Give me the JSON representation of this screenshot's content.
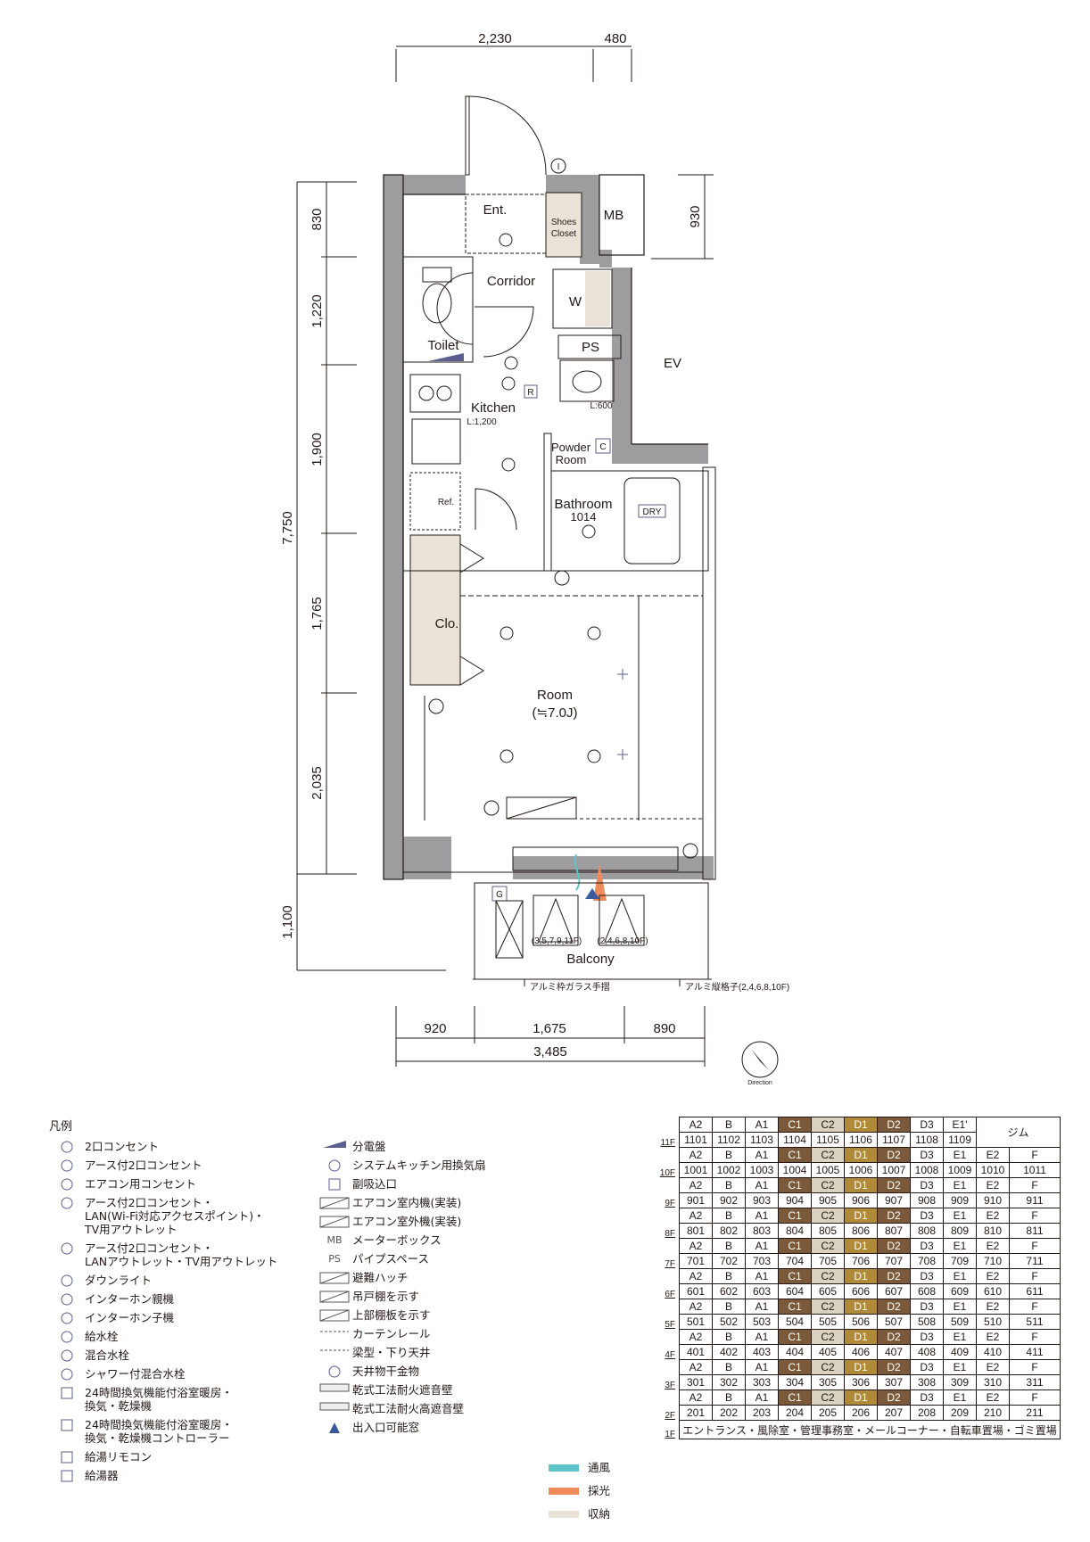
{
  "plan": {
    "dims_top": [
      "2,230",
      "480"
    ],
    "dims_left": [
      "830",
      "1,220",
      "1,900",
      "1,765",
      "2,035"
    ],
    "dim_left_total": "7,750",
    "dim_left_balcony": "1,100",
    "dim_right": "930",
    "dims_bottom": [
      "920",
      "1,675",
      "890"
    ],
    "dim_bottom_total": "3,485",
    "rooms": {
      "ent": "Ent.",
      "shoes": "Shoes",
      "closet": "Closet",
      "mb": "MB",
      "corridor": "Corridor",
      "toilet": "Toilet",
      "w": "W",
      "ps": "PS",
      "ev": "EV",
      "kitchen": "Kitchen",
      "kitchen_len": "L:1,200",
      "l600": "L:600",
      "powder": "Powder",
      "room_word": "Room",
      "ref": "Ref.",
      "bathroom": "Bathroom",
      "bath_code": "1014",
      "dry": "DRY",
      "clo": "Clo.",
      "room": "Room",
      "room_size": "(≒7.0J)",
      "balcony": "Balcony",
      "balcony_left_floors": "(3,5,7,9,11F)",
      "balcony_right_floors": "(2,4,6,8,10F)",
      "note_rail": "アルミ枠ガラス手摺",
      "note_lattice": "アルミ縦格子(2,4,6,8,10F)",
      "direction": "Direction"
    }
  },
  "legend": {
    "title": "凡例",
    "left": [
      {
        "sym": "outlet-2",
        "text": "2口コンセント"
      },
      {
        "sym": "outlet-earth",
        "text": "アース付2口コンセント"
      },
      {
        "sym": "ac-outlet",
        "text": "エアコン用コンセント"
      },
      {
        "sym": "lan-outlet",
        "text": "アース付2口コンセント・\nLAN(Wi-Fi対応アクセスポイント)・\nTV用アウトレット"
      },
      {
        "sym": "tv-outlet",
        "text": "アース付2口コンセント・\nLANアウトレット・TV用アウトレット"
      },
      {
        "sym": "downlight",
        "text": "ダウンライト"
      },
      {
        "sym": "intercom-main",
        "text": "インターホン親機"
      },
      {
        "sym": "intercom-sub",
        "text": "インターホン子機"
      },
      {
        "sym": "faucet",
        "text": "給水栓"
      },
      {
        "sym": "mixer",
        "text": "混合水栓"
      },
      {
        "sym": "shower",
        "text": "シャワー付混合水栓"
      },
      {
        "sym": "dryer",
        "text": "24時間換気機能付浴室暖房・\n換気・乾燥機"
      },
      {
        "sym": "dryer-ctrl",
        "text": "24時間換気機能付浴室暖房・\n換気・乾燥機コントローラー"
      },
      {
        "sym": "remote",
        "text": "給湯リモコン"
      },
      {
        "sym": "heater",
        "text": "給湯器"
      }
    ],
    "right": [
      {
        "sym": "panel",
        "text": "分電盤"
      },
      {
        "sym": "fan",
        "text": "システムキッチン用換気扇"
      },
      {
        "sym": "intake",
        "text": "副吸込口"
      },
      {
        "sym": "ac-in",
        "text": "エアコン室内機(実装)"
      },
      {
        "sym": "ac-out",
        "text": "エアコン室外機(実装)"
      },
      {
        "sym": "MB",
        "text": "メーターボックス"
      },
      {
        "sym": "PS",
        "text": "パイプスペース"
      },
      {
        "sym": "hatch",
        "text": "避難ハッチ"
      },
      {
        "sym": "hanging-shelf",
        "text": "吊戸棚を示す"
      },
      {
        "sym": "upper-shelf",
        "text": "上部棚板を示す"
      },
      {
        "sym": "curtain",
        "text": "カーテンレール"
      },
      {
        "sym": "beam",
        "text": "梁型・下り天井"
      },
      {
        "sym": "hanger",
        "text": "天井物干金物"
      },
      {
        "sym": "wall-fire",
        "text": "乾式工法耐火遮音壁"
      },
      {
        "sym": "wall-fire-high",
        "text": "乾式工法耐火高遮音壁"
      },
      {
        "sym": "window",
        "text": "出入口可能窓"
      }
    ],
    "colors": [
      {
        "name": "通風",
        "color": "#5fc4c9"
      },
      {
        "name": "採光",
        "color": "#ef8a5a"
      },
      {
        "name": "収納",
        "color": "#e8e3d6"
      }
    ]
  },
  "floor_table": {
    "gym": "ジム",
    "f11": {
      "floor": "11F",
      "types": [
        "A2",
        "B",
        "A1",
        "C1",
        "C2",
        "D1",
        "D2",
        "D3",
        "E1'"
      ],
      "units": [
        "1101",
        "1102",
        "1103",
        "1104",
        "1105",
        "1106",
        "1107",
        "1108",
        "1109"
      ]
    },
    "floors": [
      {
        "floor": "10F",
        "types": [
          "A2",
          "B",
          "A1",
          "C1",
          "C2",
          "D1",
          "D2",
          "D3",
          "E1",
          "E2",
          "F"
        ],
        "units": [
          "1001",
          "1002",
          "1003",
          "1004",
          "1005",
          "1006",
          "1007",
          "1008",
          "1009",
          "1010",
          "1011"
        ]
      },
      {
        "floor": "9F",
        "types": [
          "A2",
          "B",
          "A1",
          "C1",
          "C2",
          "D1",
          "D2",
          "D3",
          "E1",
          "E2",
          "F"
        ],
        "units": [
          "901",
          "902",
          "903",
          "904",
          "905",
          "906",
          "907",
          "908",
          "909",
          "910",
          "911"
        ]
      },
      {
        "floor": "8F",
        "types": [
          "A2",
          "B",
          "A1",
          "C1",
          "C2",
          "D1",
          "D2",
          "D3",
          "E1",
          "E2",
          "F"
        ],
        "units": [
          "801",
          "802",
          "803",
          "804",
          "805",
          "806",
          "807",
          "808",
          "809",
          "810",
          "811"
        ]
      },
      {
        "floor": "7F",
        "types": [
          "A2",
          "B",
          "A1",
          "C1",
          "C2",
          "D1",
          "D2",
          "D3",
          "E1",
          "E2",
          "F"
        ],
        "units": [
          "701",
          "702",
          "703",
          "704",
          "705",
          "706",
          "707",
          "708",
          "709",
          "710",
          "711"
        ]
      },
      {
        "floor": "6F",
        "types": [
          "A2",
          "B",
          "A1",
          "C1",
          "C2",
          "D1",
          "D2",
          "D3",
          "E1",
          "E2",
          "F"
        ],
        "units": [
          "601",
          "602",
          "603",
          "604",
          "605",
          "606",
          "607",
          "608",
          "609",
          "610",
          "611"
        ]
      },
      {
        "floor": "5F",
        "types": [
          "A2",
          "B",
          "A1",
          "C1",
          "C2",
          "D1",
          "D2",
          "D3",
          "E1",
          "E2",
          "F"
        ],
        "units": [
          "501",
          "502",
          "503",
          "504",
          "505",
          "506",
          "507",
          "508",
          "509",
          "510",
          "511"
        ]
      },
      {
        "floor": "4F",
        "types": [
          "A2",
          "B",
          "A1",
          "C1",
          "C2",
          "D1",
          "D2",
          "D3",
          "E1",
          "E2",
          "F"
        ],
        "units": [
          "401",
          "402",
          "403",
          "404",
          "405",
          "406",
          "407",
          "408",
          "409",
          "410",
          "411"
        ]
      },
      {
        "floor": "3F",
        "types": [
          "A2",
          "B",
          "A1",
          "C1",
          "C2",
          "D1",
          "D2",
          "D3",
          "E1",
          "E2",
          "F"
        ],
        "units": [
          "301",
          "302",
          "303",
          "304",
          "305",
          "306",
          "307",
          "308",
          "309",
          "310",
          "311"
        ]
      },
      {
        "floor": "2F",
        "types": [
          "A2",
          "B",
          "A1",
          "C1",
          "C2",
          "D1",
          "D2",
          "D3",
          "E1",
          "E2",
          "F"
        ],
        "units": [
          "201",
          "202",
          "203",
          "204",
          "205",
          "206",
          "207",
          "208",
          "209",
          "210",
          "211"
        ]
      }
    ],
    "f1": {
      "floor": "1F",
      "text": "エントランス・風除室・管理事務室・メールコーナー・自転車置場・ゴミ置場"
    }
  }
}
